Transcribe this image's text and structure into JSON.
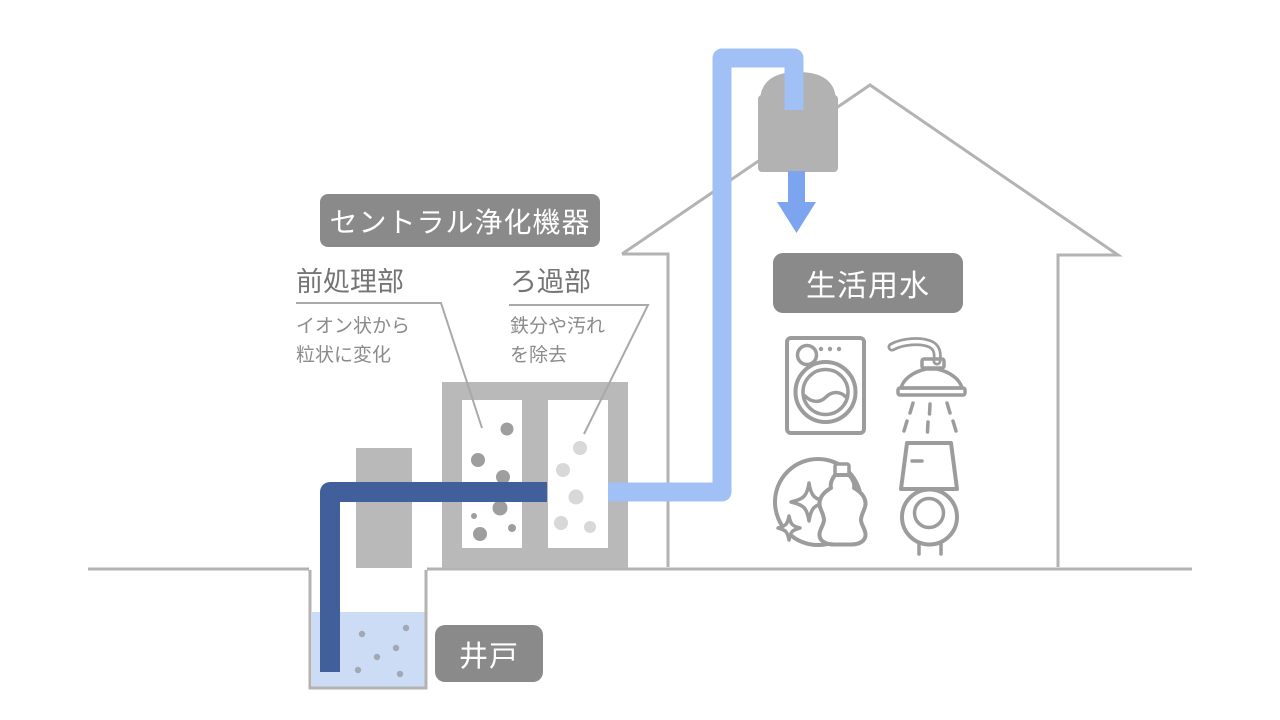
{
  "diagram": {
    "central_badge": "セントラル浄化機器",
    "pretreatment": {
      "heading": "前処理部",
      "desc": "イオン状から\n粒状に変化"
    },
    "filtration": {
      "heading": "ろ過部",
      "desc": "鉄分や汚れ\nを除去"
    },
    "usage_badge": "生活用水",
    "well_badge": "井戸",
    "icons": [
      {
        "name": "water-tank-icon"
      },
      {
        "name": "down-arrow-icon"
      },
      {
        "name": "washing-machine-icon"
      },
      {
        "name": "shower-icon"
      },
      {
        "name": "cleaning-icon"
      },
      {
        "name": "toilet-icon"
      }
    ]
  },
  "colors": {
    "badge-bg": "#8a8a8a",
    "badge-text": "#ffffff",
    "outline": "#b3b3b3",
    "device-gray": "#b9b9b9",
    "tank-gray": "#b2b2b2",
    "navy": "#41609b",
    "pipe-blue": "#a0c0f6",
    "arrow-blue": "#7ca4ef",
    "water": "#cddcf5",
    "icon-stroke": "#9c9c9c",
    "heading-text": "#747474",
    "desc-text": "#8b8b8b",
    "leader": "#a9a9a9",
    "dot-dark": "#9e9e9e",
    "dot-light": "#d8d8d8",
    "dot-water": "#a2a8b4"
  }
}
